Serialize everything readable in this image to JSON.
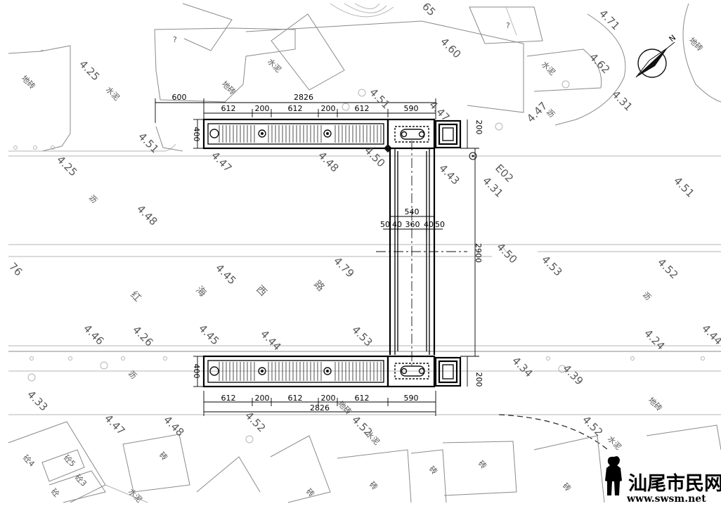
{
  "drawing": {
    "dimensions": {
      "top_total": "2826",
      "top_left_offset": "600",
      "top_segments": [
        "612",
        "200",
        "612",
        "200",
        "612",
        "590"
      ],
      "bottom_total": "2826",
      "bottom_segments": [
        "612",
        "200",
        "612",
        "200",
        "612",
        "590"
      ],
      "pit_width_top": "400",
      "pit_width_bottom": "400",
      "end_block_top": "200",
      "end_block_bottom": "200",
      "channel_total": "540",
      "channel_parts": [
        "50",
        "40",
        "360",
        "40",
        "50"
      ],
      "channel_length": "2900"
    },
    "elevations": [
      "4.25",
      "4.51",
      "4.25",
      "4.47",
      "4.48",
      "4.50",
      "4.51",
      "4.47",
      "4.43",
      "4.31",
      "4.47",
      "4.31",
      "4.51",
      "4.62",
      "4.71",
      "4.60",
      "4.48",
      "4.45",
      "4.79",
      "4.50",
      "4.53",
      "4.52",
      "4.46",
      "4.26",
      "4.45",
      "4.44",
      "4.53",
      "4.24",
      "4.44",
      "4.34",
      "4.39",
      "4.33",
      "4.47",
      "4.48",
      "4.52",
      "4.52",
      "4.52",
      "76",
      "65"
    ],
    "labels": {
      "e02": "E02",
      "road_chars": [
        "红",
        "海",
        "西",
        "路"
      ],
      "cement": [
        "水泥",
        "水泥",
        "水泥",
        "水泥",
        "水泥",
        "水泥"
      ],
      "tiles": [
        "地砖",
        "地砖",
        "地砖",
        "地砖",
        "地砖"
      ],
      "green": [
        "沥",
        "沥",
        "沥",
        "沥"
      ],
      "brick": [
        "砖",
        "砖",
        "砖",
        "砖",
        "砖",
        "砖"
      ],
      "mixed": [
        "砼4",
        "砼5",
        "砼3",
        "砼"
      ],
      "question": [
        "?",
        "?"
      ],
      "north": "N"
    },
    "watermark": {
      "name": "汕尾市民网",
      "url": "www.swsm.net"
    }
  }
}
